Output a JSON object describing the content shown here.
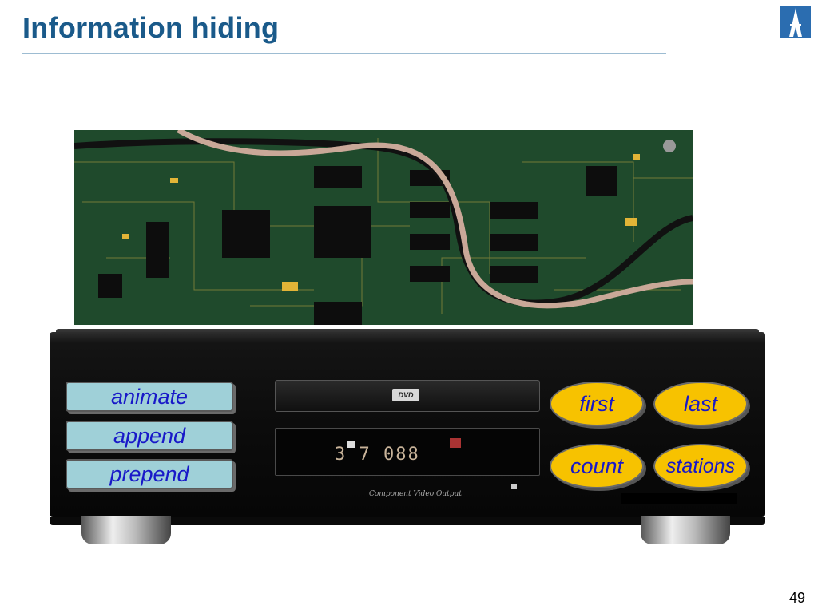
{
  "slide": {
    "title": "Information hiding",
    "page_number": "49"
  },
  "player": {
    "tray_label": "DVD",
    "display_digits": "3  7  088",
    "brand_text": "Component Video Output"
  },
  "buttons": {
    "rect": [
      "animate",
      "append",
      "prepend"
    ],
    "oval": [
      "first",
      "last",
      "count",
      "stations"
    ]
  },
  "colors": {
    "title": "#1a5a8a",
    "button_text": "#1818c8",
    "rect_button_fill": "#9fd0d8",
    "oval_button_fill": "#f7c200"
  }
}
